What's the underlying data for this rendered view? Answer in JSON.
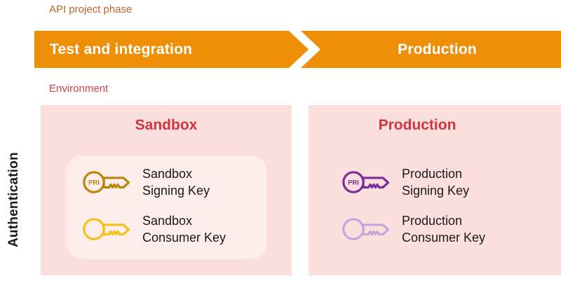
{
  "axis": {
    "label": "Authentication"
  },
  "captions": {
    "phase": "API project phase",
    "environment": "Environment"
  },
  "banner": {
    "segments": [
      {
        "label": "Test and integration"
      },
      {
        "label": "Production"
      }
    ]
  },
  "environments": [
    {
      "title": "Sandbox",
      "keys": [
        {
          "name": "Sandbox\nSigning Key",
          "badge": "PRI",
          "color": "#b8860b"
        },
        {
          "name": "Sandbox\nConsumer Key",
          "badge": "",
          "color": "#f3c118"
        }
      ]
    },
    {
      "title": "Production",
      "keys": [
        {
          "name": "Production\nSigning Key",
          "badge": "PRI",
          "color": "#7b2d9e"
        },
        {
          "name": "Production\nConsumer Key",
          "badge": "",
          "color": "#c9a3e0"
        }
      ]
    }
  ],
  "colors": {
    "banner_orange": "#ee8f07",
    "panel_pink": "#fbdfdd",
    "card_pink": "#fdeeec",
    "title_red": "#d0343f",
    "caption_orange": "#c1622a",
    "caption_red": "#d63c47",
    "sandbox_signing_gold": "#b8860b",
    "sandbox_consumer_yellow": "#f3c118",
    "production_signing_purple": "#7b2d9e",
    "production_consumer_purple": "#c9a3e0"
  }
}
